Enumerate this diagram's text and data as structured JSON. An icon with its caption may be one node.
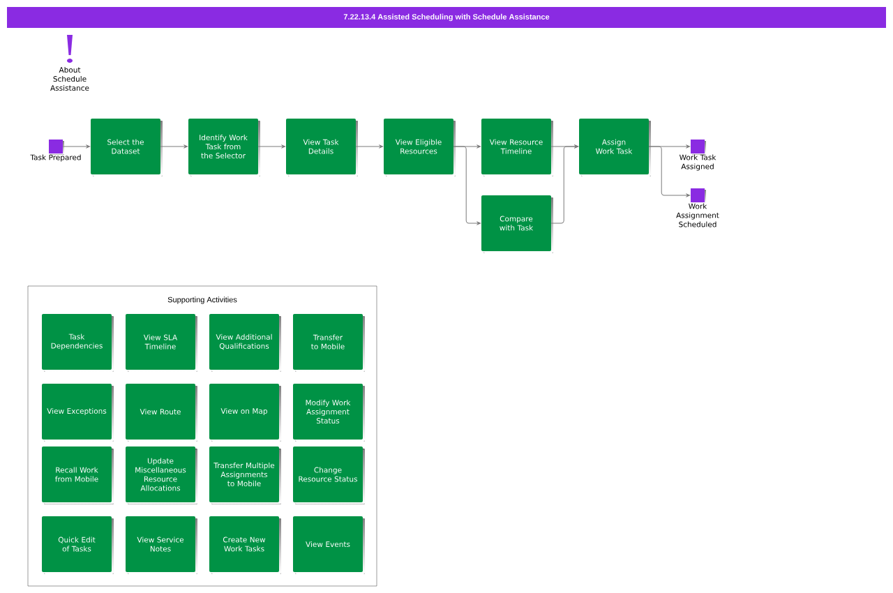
{
  "diagram": {
    "title": "7.22.13.4 Assisted Scheduling with Schedule Assistance",
    "nodes": [
      {
        "text": [
          "About Schedule Assistance"
        ]
      },
      {
        "text": [
          "Task Prepared"
        ]
      },
      {
        "text": [
          "Select the Dataset"
        ]
      },
      {
        "text": [
          "Identify Work Task from the Selector"
        ]
      },
      {
        "text": [
          "View Task Details"
        ]
      },
      {
        "text": [
          "View Eligible Resources"
        ]
      },
      {
        "text": [
          "View Resource Timeline"
        ]
      },
      {
        "text": [
          "Compare with Task"
        ]
      },
      {
        "text": [
          "Assign Work Task"
        ]
      },
      {
        "text": [
          "Work Task Assigned"
        ]
      },
      {
        "text": [
          "Work Assignment Scheduled"
        ]
      },
      {
        "text": [
          "Supporting Activities"
        ]
      },
      {
        "text": [
          "Task Dependencies"
        ],
        "in": 11
      },
      {
        "text": [
          "View SLA Timeline"
        ],
        "in": 11
      },
      {
        "text": [
          "View Additional Qualifications"
        ],
        "in": 11
      },
      {
        "text": [
          "Transfer to Mobile"
        ],
        "in": 11
      },
      {
        "text": [
          "View Exceptions"
        ],
        "in": 11
      },
      {
        "text": [
          "View Route"
        ],
        "in": 11
      },
      {
        "text": [
          "View on Map"
        ],
        "in": 11
      },
      {
        "text": [
          "Modify Work Assignment Status"
        ],
        "in": 11
      },
      {
        "text": [
          "Recall Work from Mobile"
        ],
        "in": 11
      },
      {
        "text": [
          "Update Miscellaneous Resource Allocations"
        ],
        "in": 11
      },
      {
        "text": [
          "Transfer Multiple Assignments to Mobile"
        ],
        "in": 11
      },
      {
        "text": [
          "Change Resource Status"
        ],
        "in": 11
      },
      {
        "text": [
          "Quick Edit of Tasks"
        ],
        "in": 11
      },
      {
        "text": [
          "View Service Notes"
        ],
        "in": 11
      },
      {
        "text": [
          "Create New Work Tasks"
        ],
        "in": 11
      },
      {
        "text": [
          "View Events"
        ],
        "in": 11
      }
    ],
    "edges": [
      {
        "from": 1,
        "to": 2,
        "arrow": "to"
      },
      {
        "from": 2,
        "to": 3,
        "arrow": "to"
      },
      {
        "from": 3,
        "to": 4,
        "arrow": "to"
      },
      {
        "from": 4,
        "to": 5,
        "arrow": "to"
      },
      {
        "from": 5,
        "to": 6,
        "arrow": "to"
      },
      {
        "from": 5,
        "to": 7,
        "arrow": "to"
      },
      {
        "from": 6,
        "to": 8,
        "arrow": "to"
      },
      {
        "from": 7,
        "to": 8,
        "arrow": "to"
      },
      {
        "from": 8,
        "to": 9,
        "arrow": "to"
      },
      {
        "from": 8,
        "to": 10,
        "arrow": "to"
      }
    ]
  }
}
